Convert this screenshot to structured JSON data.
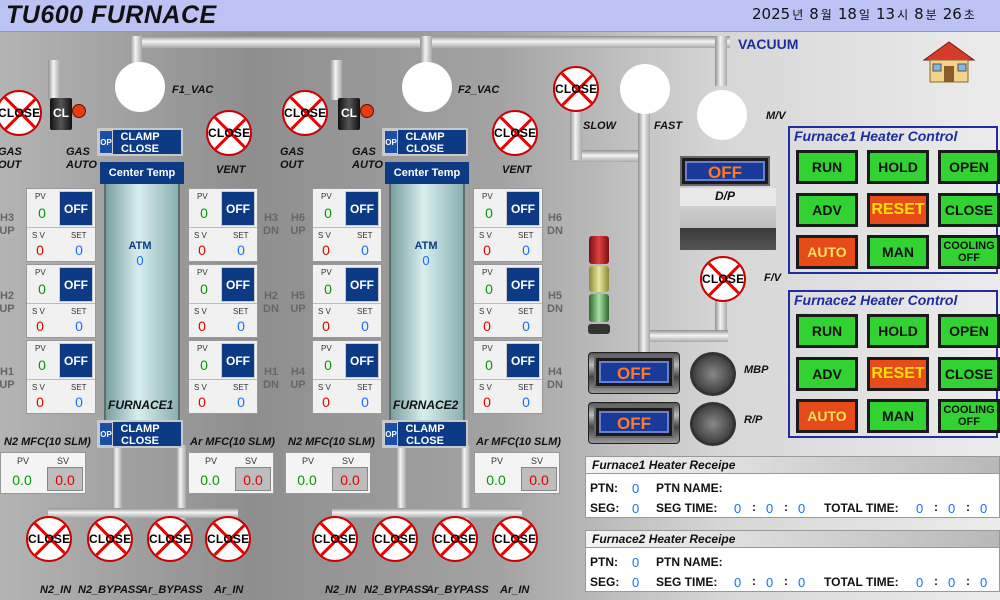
{
  "header": {
    "title": "TU600 FURNACE",
    "clock": {
      "year": "2025",
      "year_unit": "년",
      "month": "8",
      "month_unit": "월",
      "day": "18",
      "day_unit": "일",
      "hour": "13",
      "hour_unit": "시",
      "minute": "8",
      "minute_unit": "분",
      "second": "26",
      "second_unit": "초"
    }
  },
  "labels": {
    "vacuum": "VACUUM",
    "f1_vac": "F1_VAC",
    "f2_vac": "F2_VAC",
    "slow": "SLOW",
    "fast": "FAST",
    "mv": "M/V",
    "fv": "F/V",
    "dp": "D/P",
    "mbp": "MBP",
    "rp": "R/P",
    "vent": "VENT",
    "gas_out": "GAS\nOUT",
    "gas_auto": "GAS\nAUTO"
  },
  "valves": {
    "gas_out_1": "CLOSE",
    "gas_out_2": "CLOSE",
    "vent_1": "CLOSE",
    "vent_2": "CLOSE",
    "slow": "CLOSE",
    "fv": "CLOSE",
    "bottom": [
      "CLOSE",
      "CLOSE",
      "CLOSE",
      "CLOSE",
      "CLOSE",
      "CLOSE",
      "CLOSE",
      "CLOSE"
    ]
  },
  "bottom_labels": [
    "N2_IN",
    "N2_BYPASS",
    "Ar_BYPASS",
    "Ar_IN",
    "N2_IN",
    "N2_BYPASS",
    "Ar_BYPASS",
    "Ar_IN"
  ],
  "cl_label": "CL",
  "furnaces": [
    {
      "name": "FURNACE1",
      "clamp_top": "CLAMP\nCLOSE",
      "clamp_bottom": "CLAMP\nCLOSE",
      "op": "OP",
      "center_temp": "Center Temp",
      "atm": "ATM",
      "atm_value": "0",
      "left_zones": [
        {
          "label": "H3\nUP"
        },
        {
          "label": "H2\nUP"
        },
        {
          "label": "H1\nUP"
        }
      ],
      "right_zones": [
        {
          "label": "H3\nDN"
        },
        {
          "label": "H2\nDN"
        },
        {
          "label": "H1\nDN"
        }
      ],
      "mfc": [
        {
          "label": "N2 MFC(10 SLM)",
          "pv": "0.0",
          "sv": "0.0"
        },
        {
          "label": "Ar MFC(10 SLM)",
          "pv": "0.0",
          "sv": "0.0"
        }
      ]
    },
    {
      "name": "FURNACE2",
      "clamp_top": "CLAMP\nCLOSE",
      "clamp_bottom": "CLAMP\nCLOSE",
      "op": "OP",
      "center_temp": "Center Temp",
      "atm": "ATM",
      "atm_value": "0",
      "left_zones": [
        {
          "label": "H6\nUP"
        },
        {
          "label": "H5\nUP"
        },
        {
          "label": "H4\nUP"
        }
      ],
      "right_zones": [
        {
          "label": "H6\nDN"
        },
        {
          "label": "H5\nDN"
        },
        {
          "label": "H4\nDN"
        }
      ],
      "mfc": [
        {
          "label": "N2 MFC(10 SLM)",
          "pv": "0.0",
          "sv": "0.0"
        },
        {
          "label": "Ar MFC(10 SLM)",
          "pv": "0.0",
          "sv": "0.0"
        }
      ]
    }
  ],
  "zone_box": {
    "pv_label": "PV",
    "sv_label": "S V",
    "set_label": "SET",
    "pv": "0",
    "sv": "0",
    "set": "0",
    "switch": "OFF"
  },
  "mfc_labels": {
    "pv": "PV",
    "sv": "SV"
  },
  "pumps": {
    "dp": "OFF",
    "mbp": "OFF",
    "rp": "OFF"
  },
  "heater_controls": [
    {
      "title": "Furnace1 Heater Control",
      "buttons": [
        "RUN",
        "HOLD",
        "OPEN",
        "ADV",
        "RESET",
        "CLOSE",
        "AUTO",
        "MAN",
        "COOLING\nOFF"
      ]
    },
    {
      "title": "Furnace2 Heater Control",
      "buttons": [
        "RUN",
        "HOLD",
        "OPEN",
        "ADV",
        "RESET",
        "CLOSE",
        "AUTO",
        "MAN",
        "COOLING\nOFF"
      ]
    }
  ],
  "recipes": [
    {
      "title": "Furnace1 Heater Receipe",
      "ptn_label": "PTN:",
      "ptn": "0",
      "ptn_name_label": "PTN NAME:",
      "seg_label": "SEG:",
      "seg": "0",
      "seg_time_label": "SEG TIME:",
      "seg_time": [
        "0",
        "0",
        "0"
      ],
      "total_time_label": "TOTAL TIME:",
      "total_time": [
        "0",
        "0",
        "0"
      ]
    },
    {
      "title": "Furnace2 Heater Receipe",
      "ptn_label": "PTN:",
      "ptn": "0",
      "ptn_name_label": "PTN NAME:",
      "seg_label": "SEG:",
      "seg": "0",
      "seg_time_label": "SEG TIME:",
      "seg_time": [
        "0",
        "0",
        "0"
      ],
      "total_time_label": "TOTAL TIME:",
      "total_time": [
        "0",
        "0",
        "0"
      ]
    }
  ],
  "colors": {
    "header": "#bcc3f4",
    "panel_blue": "#0d3a85",
    "button_green": "#32d232",
    "button_red": "#e84b1a",
    "off_text": "#ff7a22",
    "pv_green": "#009900",
    "sv_red": "#e00000",
    "set_blue": "#1a6cff"
  },
  "icons": {
    "home": "home-icon",
    "signal_tower": "signal-tower-icon"
  }
}
